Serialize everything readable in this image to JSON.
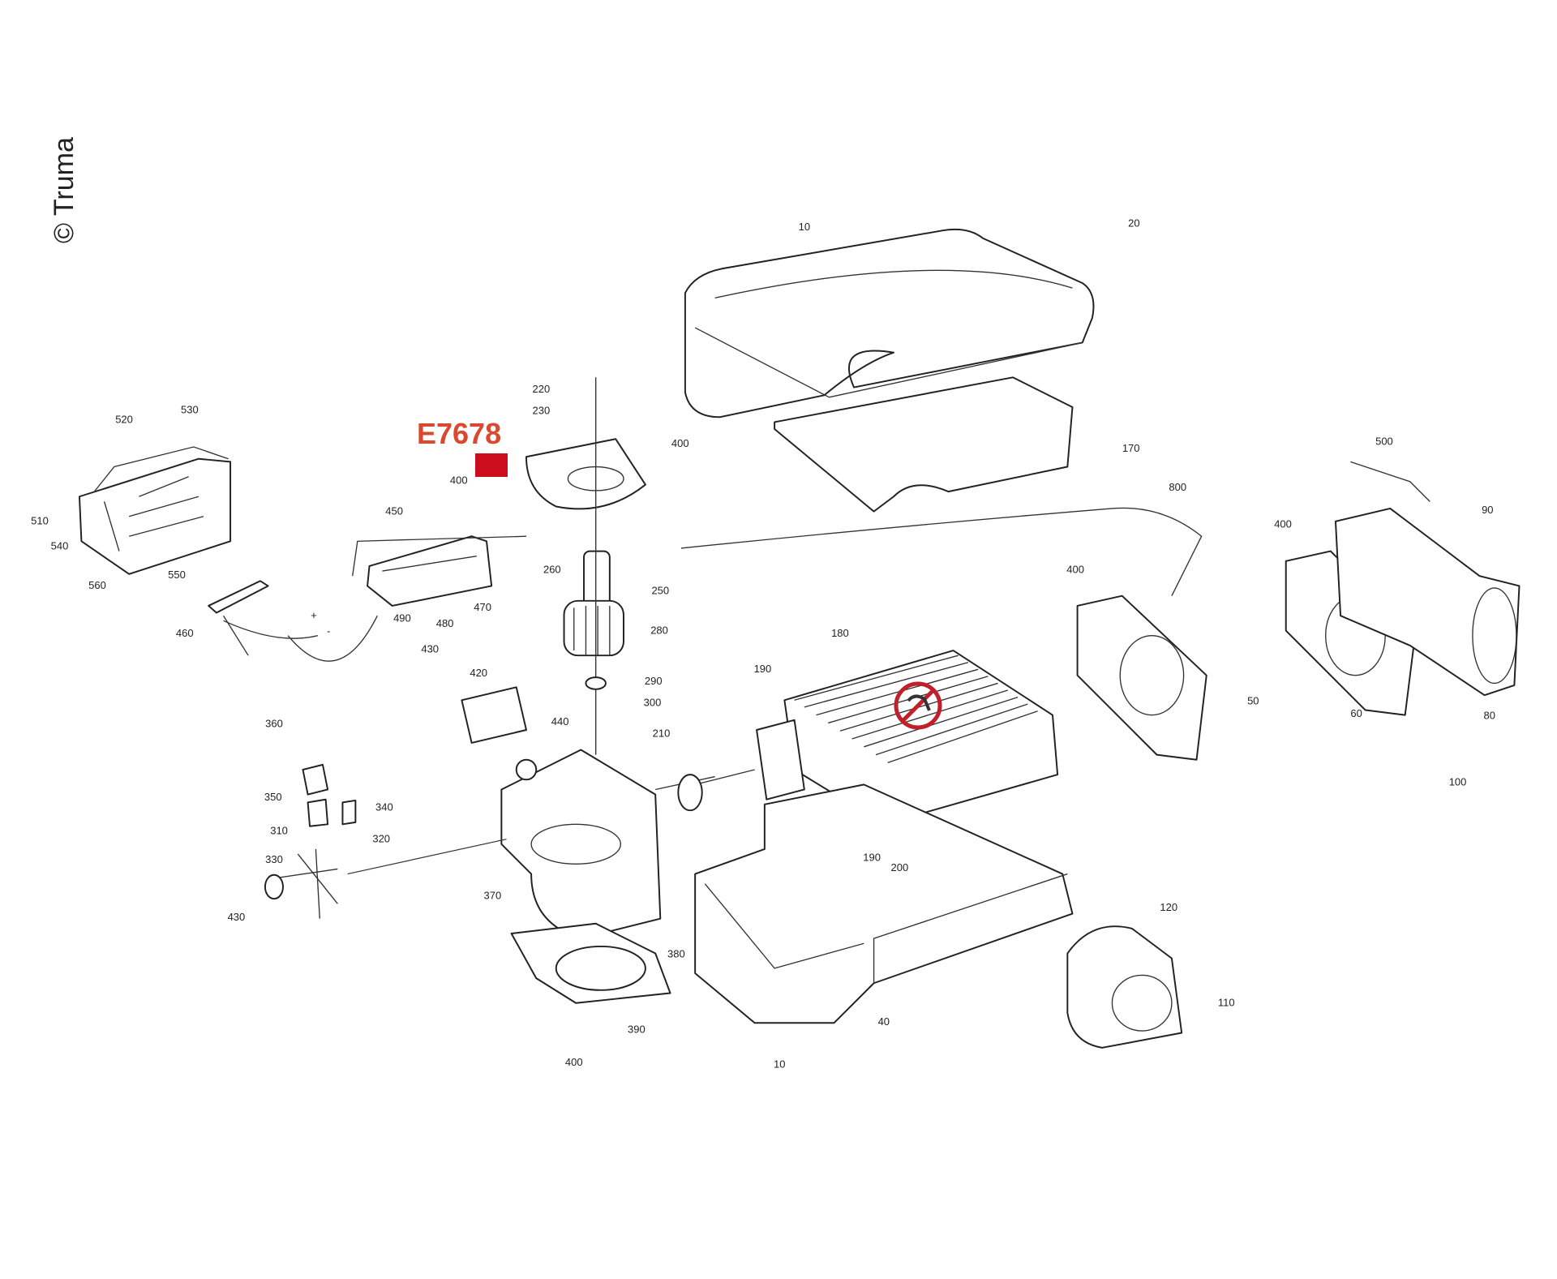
{
  "copyright": "© Truma",
  "highlighted_part": {
    "code": "E7678",
    "color": "#cc0d1d",
    "code_color": "#d9492f"
  },
  "no_service_icon_color": "#c0202a",
  "labels": [
    "10",
    "20",
    "220",
    "230",
    "400",
    "520",
    "530",
    "170",
    "500",
    "400",
    "450",
    "510",
    "540",
    "550",
    "560",
    "800",
    "90",
    "400",
    "260",
    "250",
    "470",
    "490",
    "480",
    "280",
    "460",
    "400",
    "180",
    "190",
    "430",
    "420",
    "290",
    "300",
    "440",
    "210",
    "50",
    "60",
    "80",
    "100",
    "360",
    "350",
    "340",
    "310",
    "320",
    "330",
    "190",
    "200",
    "370",
    "430",
    "120",
    "380",
    "40",
    "110",
    "390",
    "400",
    "10",
    "+",
    "-"
  ]
}
